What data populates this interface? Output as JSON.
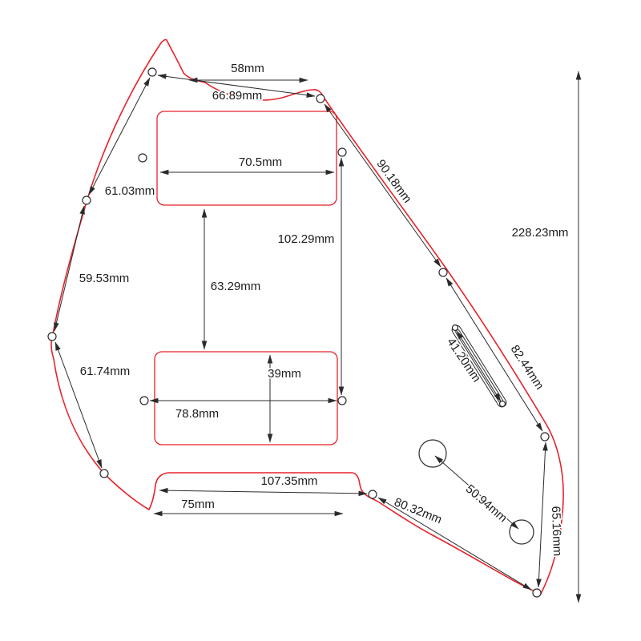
{
  "diagram": {
    "type": "technical-drawing",
    "subject": "guitar pickguard dimension drawing",
    "unit": "mm",
    "colors": {
      "outline": "#e8222b",
      "dimension_lines": "#2b2b2b",
      "background": "#ffffff"
    },
    "labels": {
      "d58": "58mm",
      "d66_89": "66.89mm",
      "d70_5": "70.5mm",
      "d61_03": "61.03mm",
      "d102_29": "102.29mm",
      "d59_53": "59.53mm",
      "d63_29": "63.29mm",
      "d90_18": "90.18mm",
      "d228_23": "228.23mm",
      "d61_74": "61.74mm",
      "d41_20": "41.20mm",
      "d82_44": "82.44mm",
      "d39": "39mm",
      "d78_8": "78.8mm",
      "d107_35": "107.35mm",
      "d75": "75mm",
      "d80_32": "80.32mm",
      "d50_94": "50.94mm",
      "d65_16": "65.16mm"
    }
  }
}
